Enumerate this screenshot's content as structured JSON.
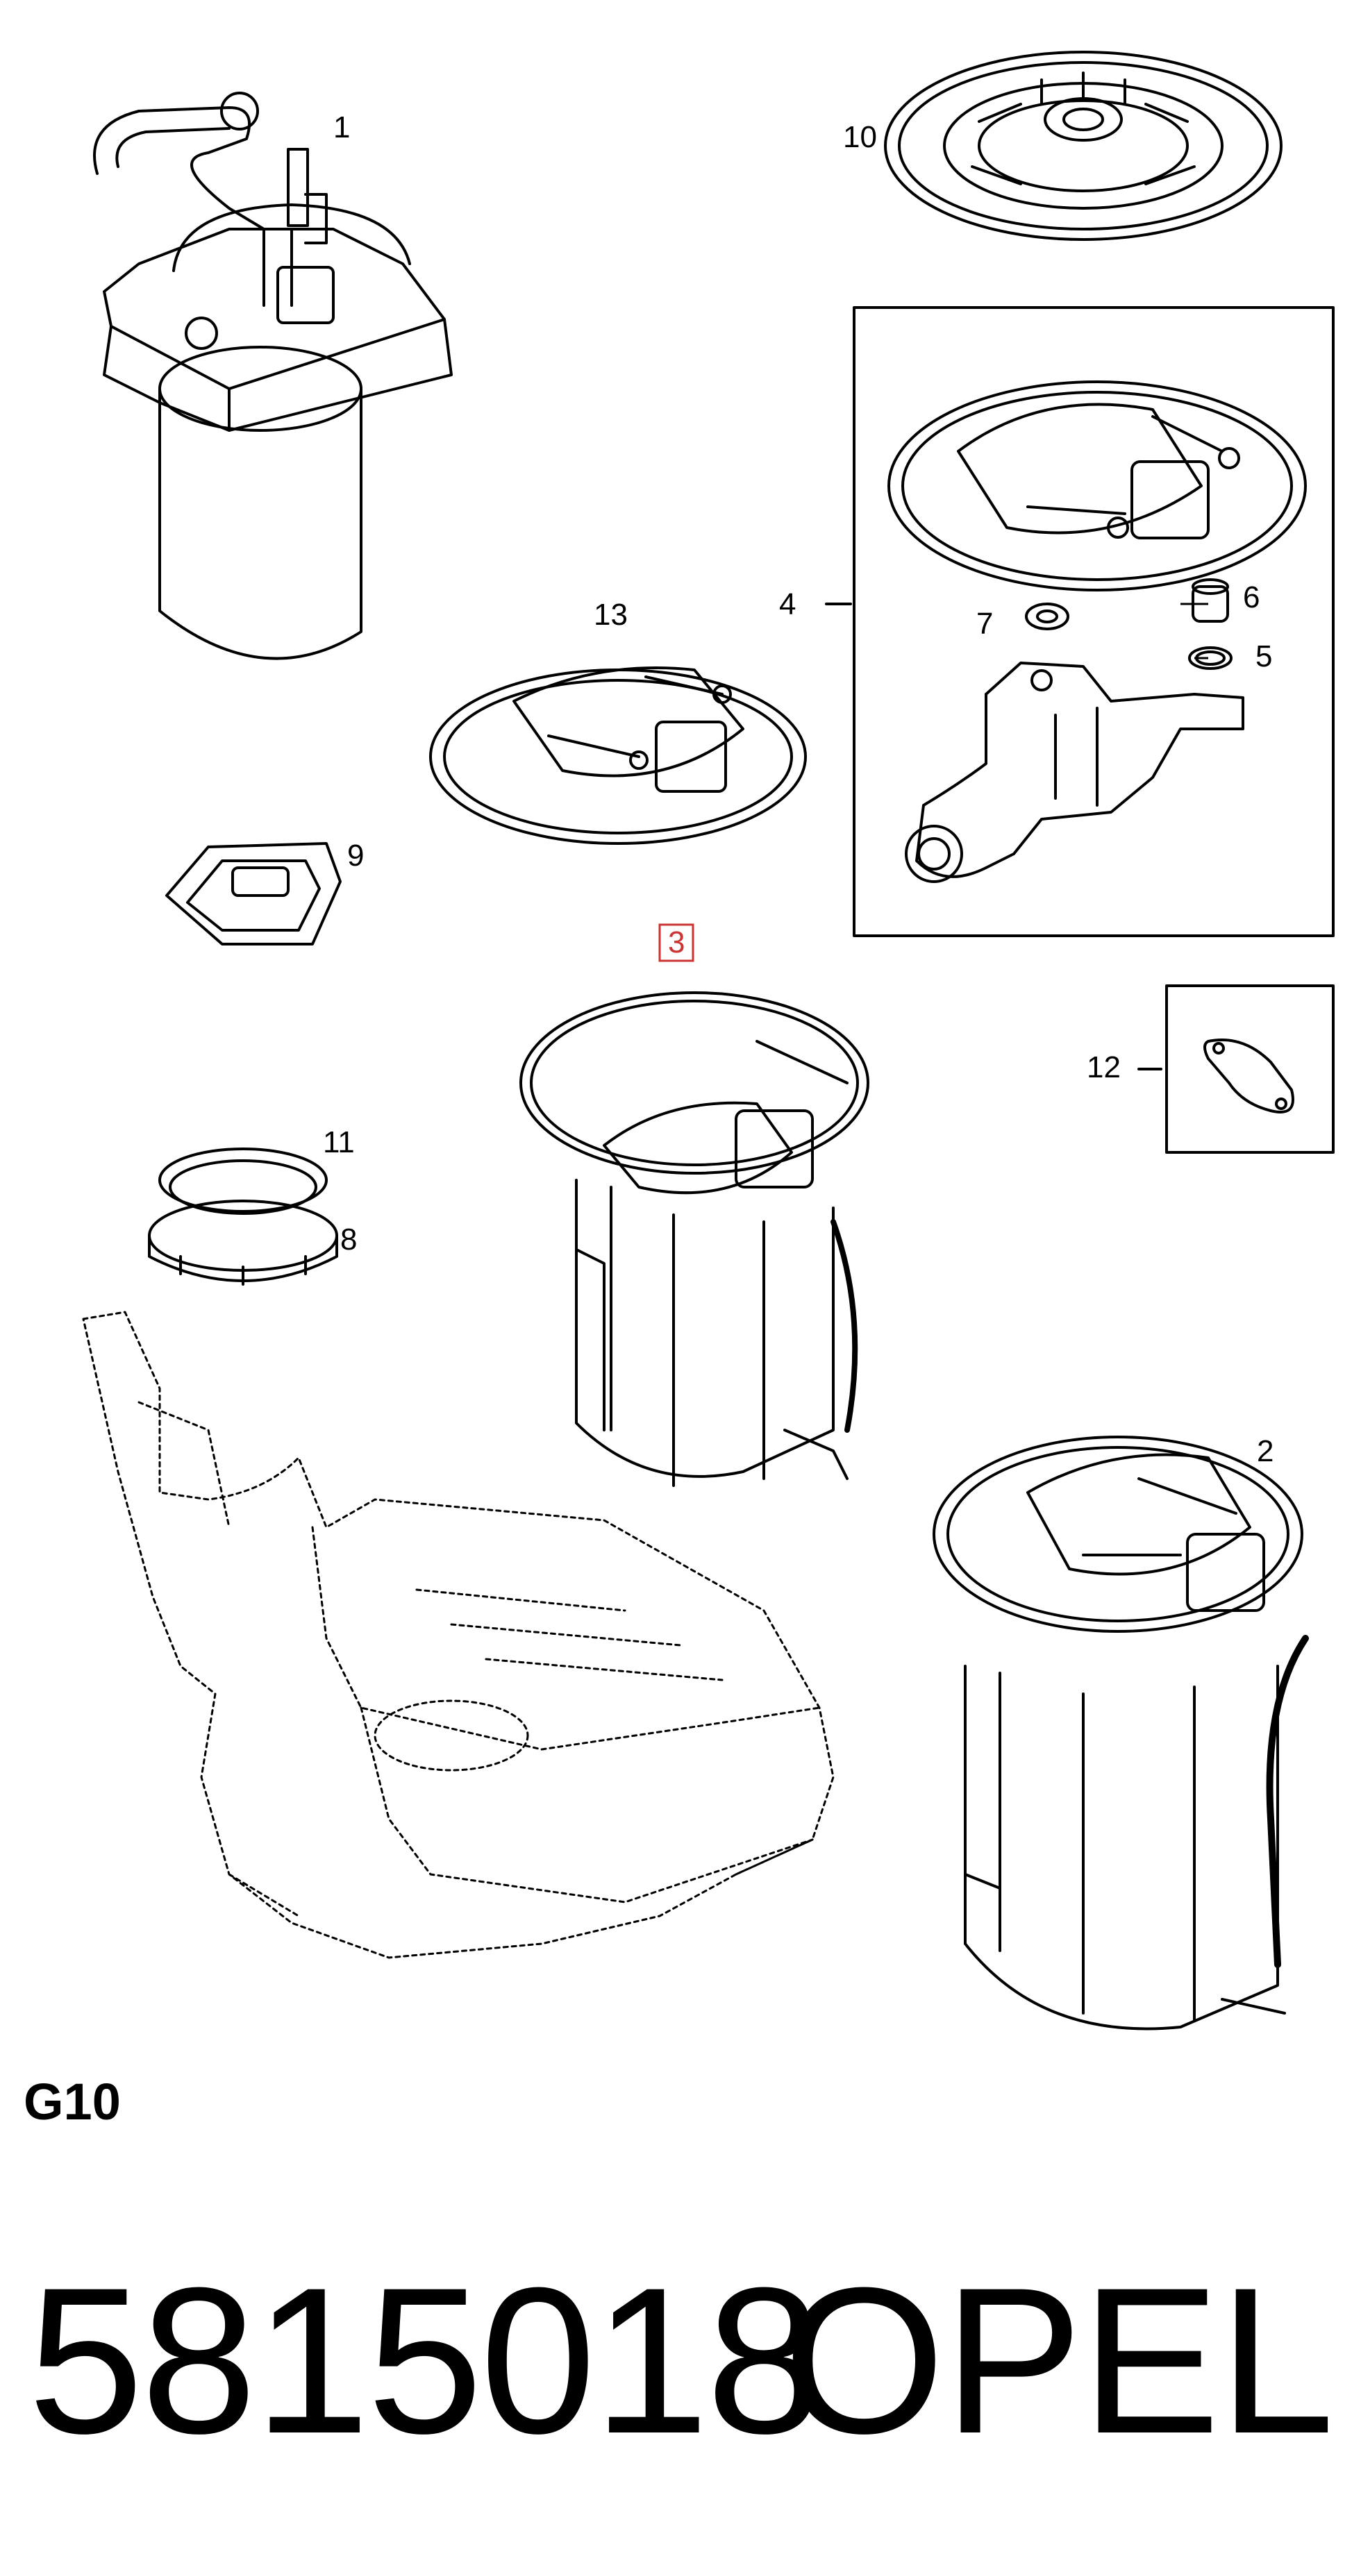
{
  "callouts": {
    "c1": "1",
    "c2": "2",
    "c3": "3",
    "c4": "4",
    "c5": "5",
    "c6": "6",
    "c7": "7",
    "c8": "8",
    "c9": "9",
    "c10": "10",
    "c11": "11",
    "c12": "12",
    "c13": "13"
  },
  "highlight_color": "#cc3333",
  "section_code": "G10",
  "part_number": "5815018",
  "brand": "OPEL"
}
